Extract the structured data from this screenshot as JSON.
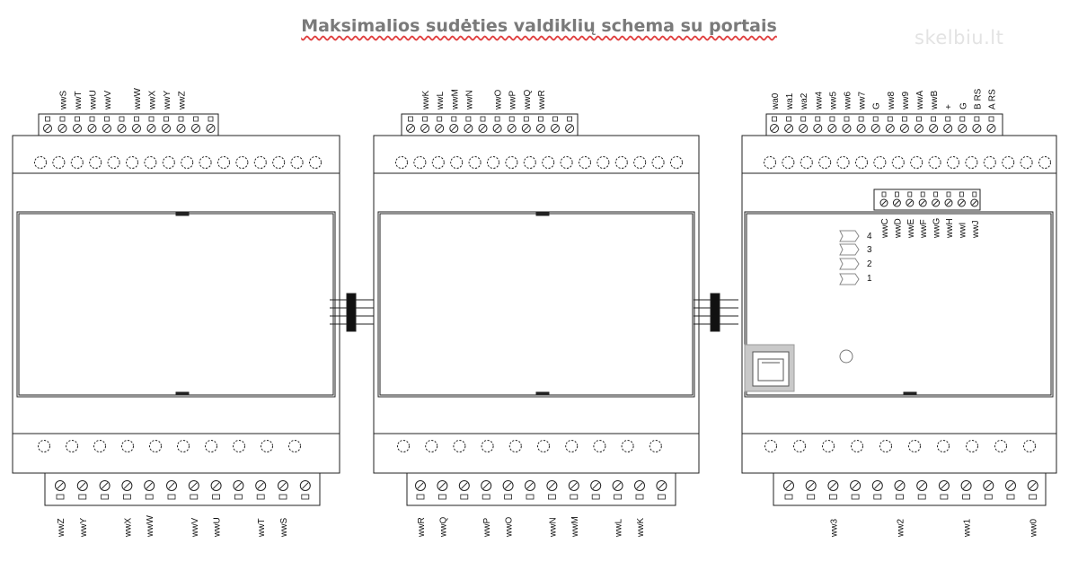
{
  "title": "Maksimalios sudėties valdiklių schema su portais",
  "watermark": "skelbiu.lt",
  "modules": [
    {
      "id": "left",
      "top_terminal_labels": [
        "",
        "wwS",
        "wwT",
        "wwU",
        "wwV",
        "",
        "wwW",
        "wwX",
        "wwY",
        "wwZ",
        "",
        ""
      ],
      "bottom_terminal_labels": [
        "wwZ",
        "wwY",
        "",
        "wwX",
        "wwW",
        "",
        "wwV",
        "wwU",
        "",
        "wwT",
        "wwS",
        ""
      ]
    },
    {
      "id": "middle",
      "top_terminal_labels": [
        "",
        "wwK",
        "wwL",
        "wwM",
        "wwN",
        "",
        "wwO",
        "wwP",
        "wwQ",
        "wwR",
        "",
        ""
      ],
      "bottom_terminal_labels": [
        "wwR",
        "wwQ",
        "",
        "wwP",
        "wwO",
        "",
        "wwN",
        "wwM",
        "",
        "wwL",
        "wwK",
        ""
      ]
    },
    {
      "id": "right",
      "top_terminal_labels": [
        "wa0",
        "wa1",
        "wa2",
        "ww4",
        "ww5",
        "ww6",
        "ww7",
        "G",
        "ww8",
        "ww9",
        "wwA",
        "wwB",
        "+",
        "G",
        "B RS",
        "A RS"
      ],
      "middle_terminal_labels": [
        "wwC",
        "wwD",
        "wwE",
        "wwF",
        "wwG",
        "wwH",
        "wwI",
        "wwJ"
      ],
      "led_labels": [
        "4",
        "3",
        "2",
        "1"
      ],
      "bottom_terminal_labels": [
        "",
        "",
        "ww3",
        "",
        "",
        "ww2",
        "",
        "",
        "ww1",
        "",
        "",
        "ww0"
      ]
    }
  ]
}
